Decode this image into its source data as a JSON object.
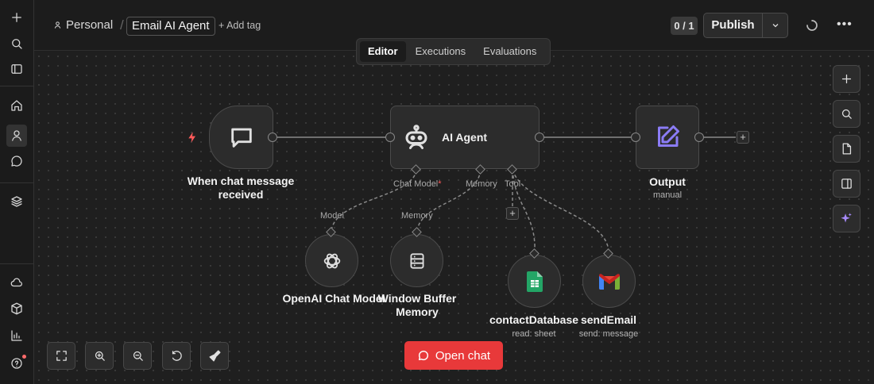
{
  "header": {
    "project": "Personal",
    "workflow_name": "Email AI Agent",
    "add_tag": "+ Add tag",
    "counter": "0 / 1",
    "publish_label": "Publish"
  },
  "tabs": [
    {
      "label": "Editor",
      "active": true
    },
    {
      "label": "Executions",
      "active": false
    },
    {
      "label": "Evaluations",
      "active": false
    }
  ],
  "nodes": {
    "trigger": {
      "label": "When chat message received",
      "icon": "chat-bubble-icon"
    },
    "agent": {
      "label": "AI Agent",
      "icon": "robot-icon",
      "ports": {
        "chat_model": "Chat Model",
        "required_mark": "*",
        "memory": "Memory",
        "tool": "Tool"
      }
    },
    "output": {
      "label": "Output",
      "sublabel": "manual",
      "icon": "edit-icon"
    },
    "openai": {
      "label": "OpenAI Chat Model",
      "port": "Model",
      "icon": "openai-icon"
    },
    "memory": {
      "label_line1": "Window Buffer",
      "label_line2": "Memory",
      "port": "Memory",
      "icon": "database-icon"
    },
    "contact_db": {
      "label": "contactDatabase",
      "sublabel": "read: sheet",
      "icon": "google-sheets-icon"
    },
    "send_email": {
      "label": "sendEmail",
      "sublabel": "send: message",
      "icon": "gmail-icon"
    }
  },
  "open_chat_label": "Open chat",
  "colors": {
    "accent": "#e8393a",
    "output_icon": "#8b7cf6",
    "sheets": "#23a566",
    "sparkle": "#a78bfa"
  }
}
